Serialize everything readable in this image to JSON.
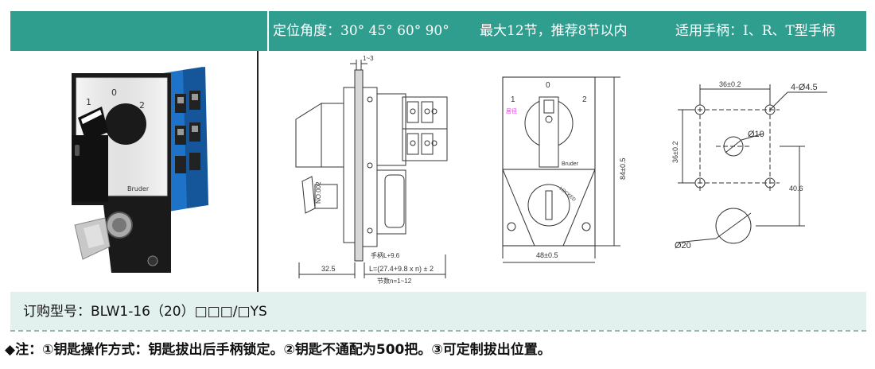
{
  "header": {
    "angle": "定位角度：30° 45° 60° 90°",
    "sections": "最大12节，推荐8节以内",
    "handle": "适用手柄：I、R、T型手柄"
  },
  "product": {
    "positions": [
      "1",
      "0",
      "2"
    ],
    "brand": "Bruder"
  },
  "side_view": {
    "top_dim": "1~3",
    "key_text": "NO.002",
    "width_dim": "32.5",
    "formula_1": "手柄L+9.6",
    "formula_2": "L=(27.4+9.8 x n) ± 2",
    "formula_3": "节数n=1~12"
  },
  "front_view": {
    "positions": [
      "1",
      "0",
      "2"
    ],
    "brand": "Bruder",
    "lock_text": "LOCKED",
    "annotation": "居径",
    "height_dim": "84±0.5",
    "width_dim": "48±0.5"
  },
  "cutout": {
    "hole_spacing": "36±0.2",
    "holes": "4-Ø4.5",
    "center_hole": "Ø10",
    "vertical_spacing": "36±0.2",
    "offset": "40.6",
    "big_hole": "Ø20"
  },
  "order": {
    "label": "订购型号：BLW1-16（20）□□□/□YS"
  },
  "note": {
    "text": "◆注：①钥匙操作方式：钥匙拔出后手柄锁定。②钥匙不通配为500把。③可定制拔出位置。"
  },
  "colors": {
    "header_bg": "#2f9e8f",
    "order_bg": "#e2f1ee",
    "switch_blue": "#1e73c8"
  }
}
